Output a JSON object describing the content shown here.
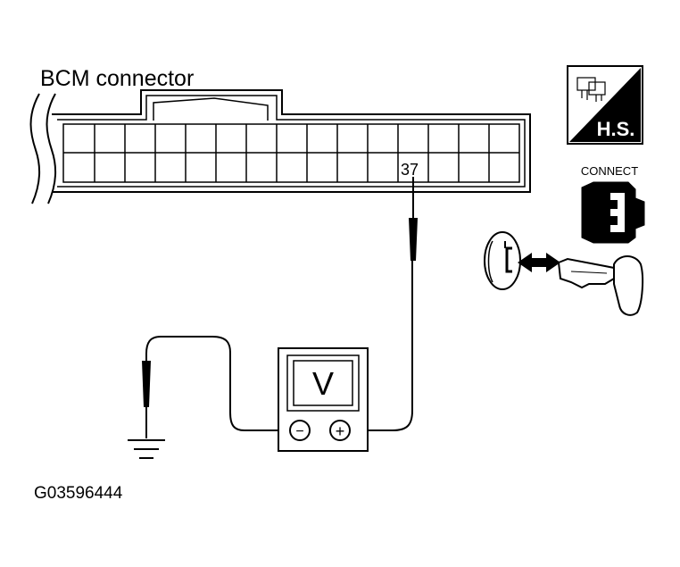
{
  "connector": {
    "title": "BCM connector",
    "pin_number": "37"
  },
  "meter": {
    "display": "V",
    "neg_symbol": "−",
    "pos_symbol": "+"
  },
  "badges": {
    "hs_label": "H.S.",
    "connect_label": "CONNECT"
  },
  "figure_id": "G03596444"
}
